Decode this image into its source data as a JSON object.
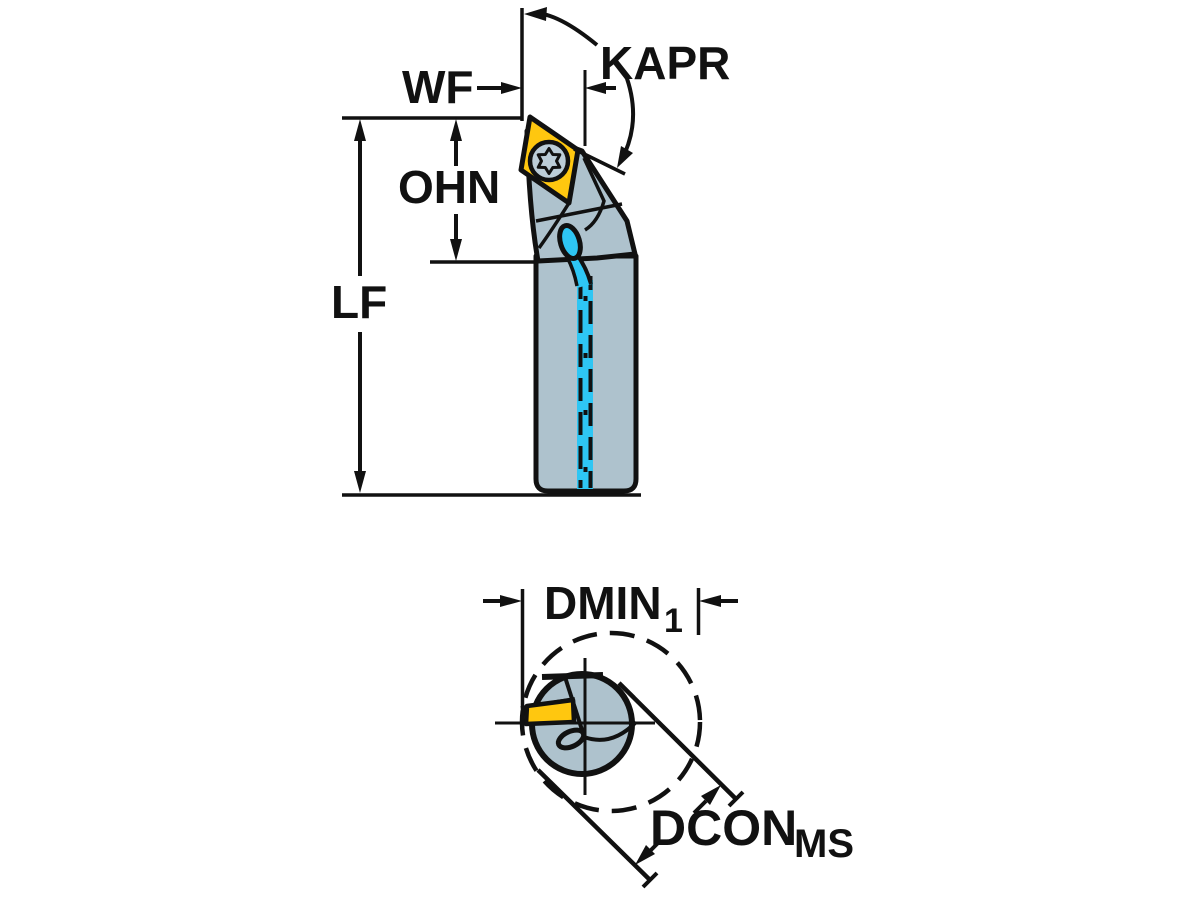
{
  "drawing": {
    "title": "tool-holder-dimension-drawing",
    "side_view": {
      "labels": {
        "wf": "WF",
        "kapr": "KAPR",
        "ohn": "OHN",
        "lf": "LF"
      }
    },
    "end_view": {
      "labels": {
        "dmin": "DMIN",
        "dmin_sub": "1",
        "dcon": "DCON",
        "dcon_sub": "MS"
      }
    },
    "colors": {
      "line": "#111111",
      "holder": "#AEC2CD",
      "screw": "#BCCDD8",
      "insert": "#FFC70F",
      "coolant": "#2EC6F4",
      "background": "#FFFFFF"
    }
  }
}
